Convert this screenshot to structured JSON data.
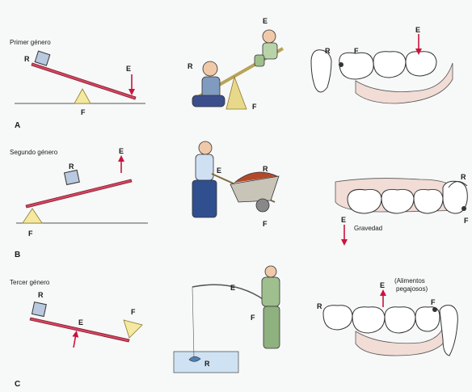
{
  "panels": {
    "a": {
      "title": "Primer género",
      "section": "A",
      "lever": {
        "r": "R",
        "e": "E",
        "f": "F"
      },
      "seesaw": {
        "r": "R",
        "e": "E",
        "f": "F"
      },
      "teeth": {
        "r": "R",
        "f": "F",
        "e": "E"
      }
    },
    "b": {
      "title": "Segundo género",
      "section": "B",
      "lever": {
        "r": "R",
        "e": "E",
        "f": "F"
      },
      "wheelbarrow": {
        "r": "R",
        "e": "E",
        "f": "F"
      },
      "teeth": {
        "r": "R",
        "f": "F",
        "e": "E",
        "gravity": "Gravedad"
      }
    },
    "c": {
      "title": "Tercer género",
      "section": "C",
      "lever": {
        "r": "R",
        "e": "E",
        "f": "F"
      },
      "fishing": {
        "r": "R",
        "e": "E",
        "f": "F"
      },
      "teeth": {
        "r": "R",
        "e": "E",
        "f": "F",
        "note_line1": "(Alimentos",
        "note_line2": "pegajosos)"
      }
    }
  },
  "colors": {
    "beam": "#d7445f",
    "arrow": "#c8143c",
    "load_box": "#b9c9df",
    "fulcrum": "#f5e8a0",
    "gum": "#f1dcd6",
    "water": "#cfe2f3"
  }
}
